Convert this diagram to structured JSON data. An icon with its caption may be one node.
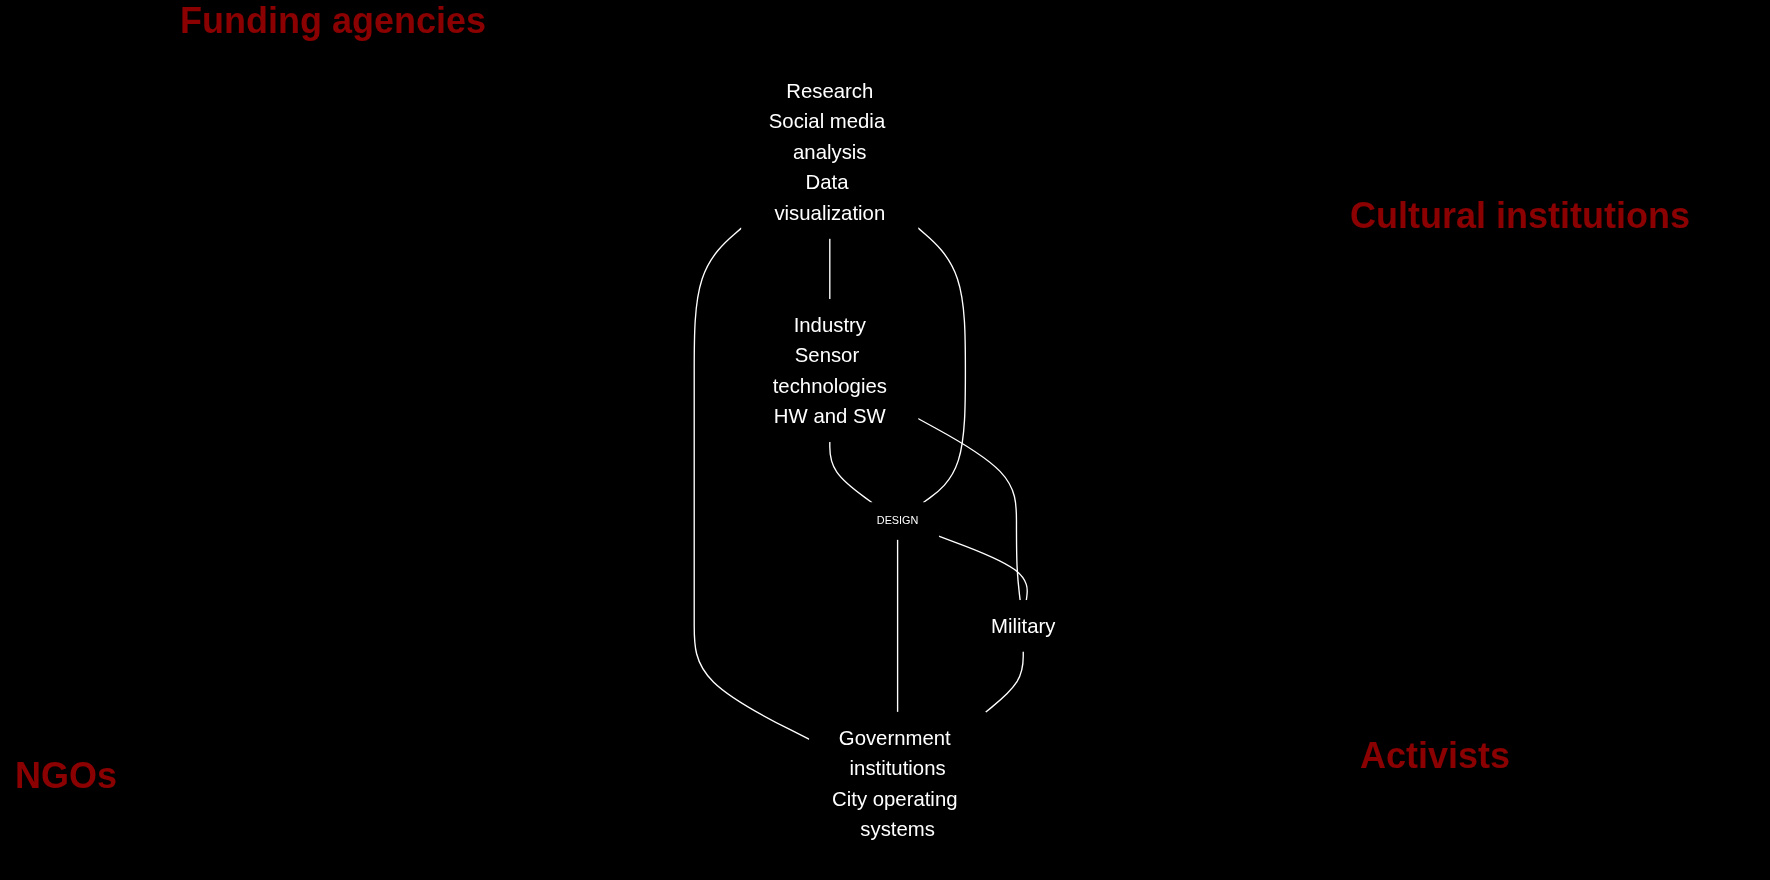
{
  "diagram": {
    "nodes": [
      {
        "text": [
          "Industry",
          "Sensor technologies",
          "HW and SW"
        ]
      },
      {
        "text": [
          "Research",
          "Social media analysis",
          "Data visualization"
        ]
      },
      {
        "text": [
          "Military"
        ]
      },
      {
        "text": [
          "DESIGN"
        ]
      },
      {
        "text": [
          "Government institutions",
          "City operating systems"
        ]
      }
    ],
    "edges": [
      {
        "from": 1,
        "to": 0,
        "arrow": "none"
      },
      {
        "from": 0,
        "to": 3,
        "arrow": "none"
      },
      {
        "from": 0,
        "to": 2,
        "arrow": "none"
      },
      {
        "from": 1,
        "to": 3,
        "arrow": "none"
      },
      {
        "from": 3,
        "to": 2,
        "arrow": "none"
      },
      {
        "from": 1,
        "to": 4,
        "arrow": "none"
      },
      {
        "from": 3,
        "to": 4,
        "arrow": "none"
      },
      {
        "from": 2,
        "to": 4,
        "arrow": "none"
      }
    ],
    "labels": [
      "Funding agencies",
      "Cultural institutions",
      "NGOs",
      "Activists"
    ]
  }
}
